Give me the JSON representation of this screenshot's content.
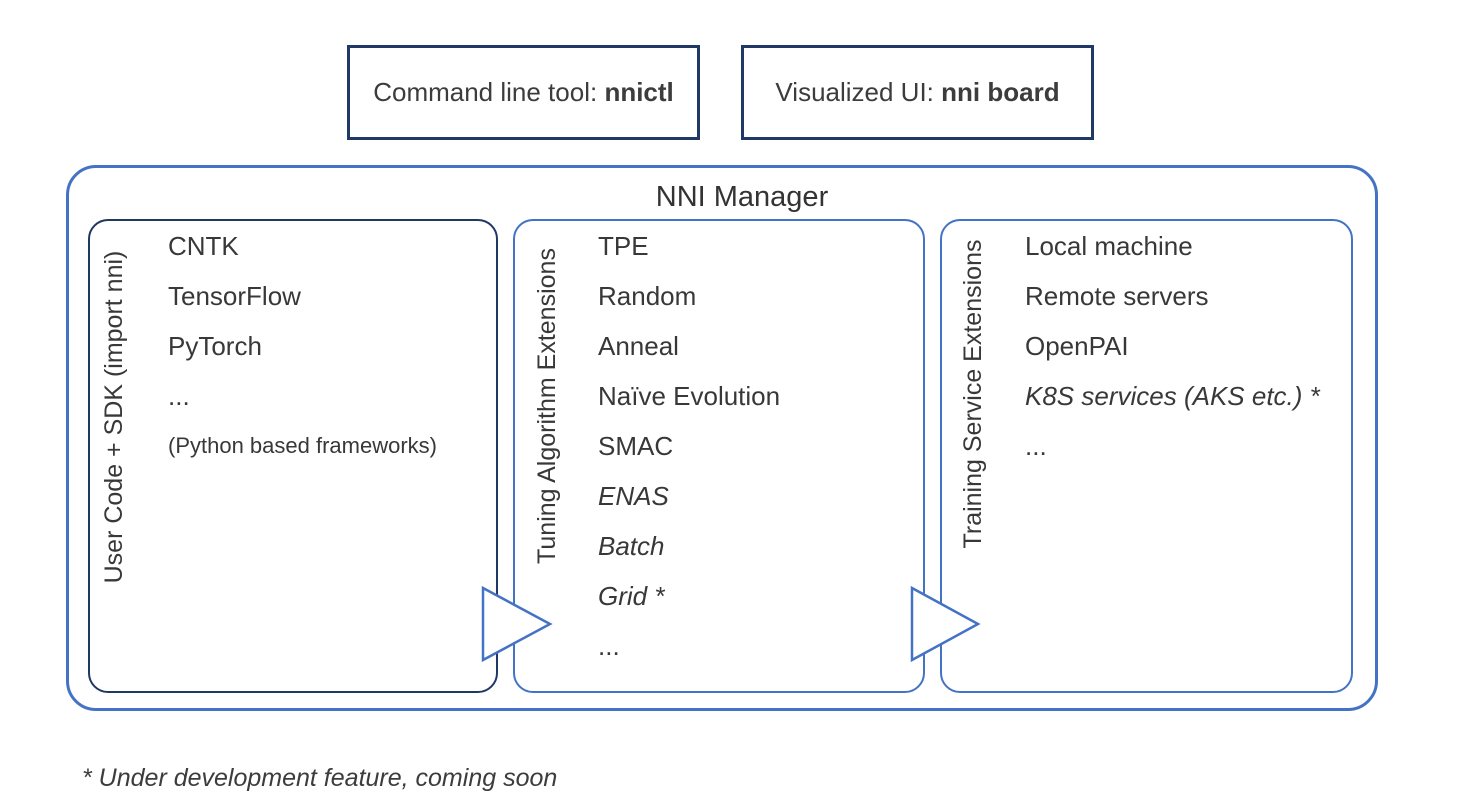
{
  "colors": {
    "navy_border": "#1F3864",
    "blue_border": "#4472C4",
    "text": "#3C3C3C"
  },
  "icons": {
    "flow_arrow": "triangle-right-outline"
  },
  "top_boxes": {
    "cli": {
      "prefix": "Command line tool: ",
      "name": "nnictl"
    },
    "ui": {
      "prefix": "Visualized UI: ",
      "name": "nni board"
    }
  },
  "manager": {
    "title": "NNI Manager",
    "columns": [
      {
        "side_label": "User Code + SDK (import nni)",
        "items": [
          "CNTK",
          "TensorFlow",
          "PyTorch",
          "...",
          "(Python based frameworks)"
        ]
      },
      {
        "side_label": "Tuning Algorithm Extensions",
        "items": [
          "TPE",
          "Random",
          "Anneal",
          "Naïve Evolution",
          "SMAC",
          "ENAS",
          "Batch",
          "Grid *",
          "..."
        ]
      },
      {
        "side_label": "Training Service Extensions",
        "items": [
          "Local machine",
          "Remote servers",
          "OpenPAI",
          "K8S services (AKS etc.) *",
          "..."
        ]
      }
    ]
  },
  "footnote": "* Under development feature, coming soon"
}
